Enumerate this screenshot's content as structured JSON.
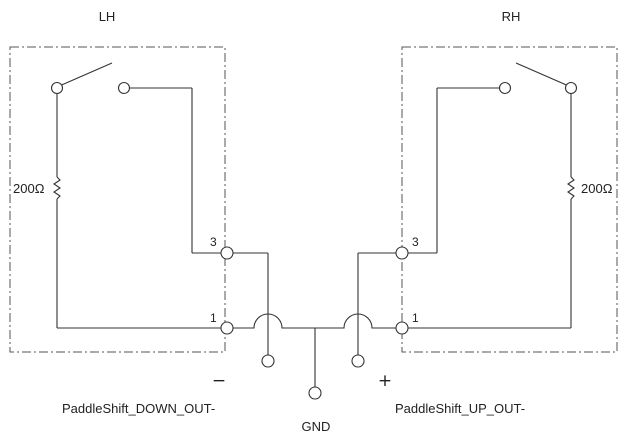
{
  "diagram": {
    "left_module": {
      "title": "LH",
      "resistor": "200Ω",
      "pin_upper": "3",
      "pin_lower": "1"
    },
    "right_module": {
      "title": "RH",
      "resistor": "200Ω",
      "pin_upper": "3",
      "pin_lower": "1"
    },
    "polarity_left": "−",
    "polarity_right": "+",
    "output_left": "PaddleShift_DOWN_OUT-",
    "output_right": "PaddleShift_UP_OUT-",
    "ground": "GND"
  }
}
